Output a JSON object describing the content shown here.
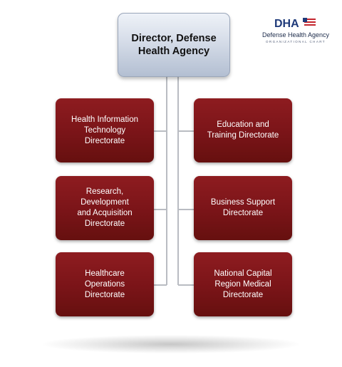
{
  "director": {
    "label": "Director, Defense\nHealth Agency"
  },
  "logo": {
    "mark_text": "DHA",
    "agency_name": "Defense Health Agency",
    "subtitle": "ORGANIZATIONAL CHART"
  },
  "directorates_left": [
    {
      "label": "Health Information\nTechnology\nDirectorate"
    },
    {
      "label": "Research,\nDevelopment\nand Acquisition\nDirectorate"
    },
    {
      "label": "Healthcare\nOperations\nDirectorate"
    }
  ],
  "directorates_right": [
    {
      "label": "Education and\nTraining Directorate"
    },
    {
      "label": "Business Support\nDirectorate"
    },
    {
      "label": "National Capital\nRegion Medical\nDirectorate"
    }
  ],
  "colors": {
    "directorate_fill": "#7a1418",
    "director_fill": "#c5cede",
    "connector": "#b9bcc2",
    "logo_blue": "#1f3a7a",
    "logo_red": "#c4262e"
  }
}
